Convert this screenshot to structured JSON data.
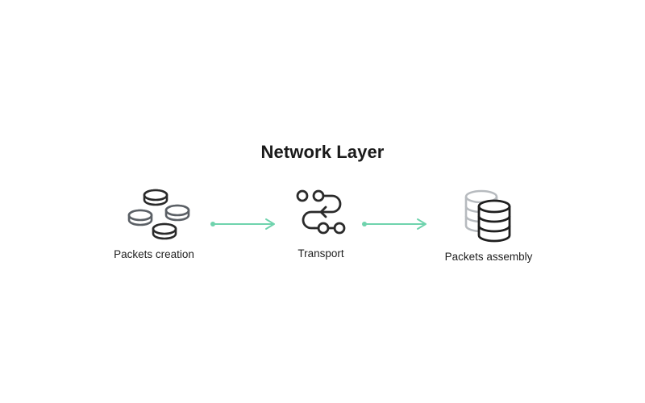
{
  "diagram": {
    "title": "Network Layer",
    "nodes": [
      {
        "id": "creation",
        "label": "Packets creation",
        "icon": "coins-stacks-icon"
      },
      {
        "id": "transport",
        "label": "Transport",
        "icon": "route-path-icon"
      },
      {
        "id": "assembly",
        "label": "Packets assembly",
        "icon": "database-stack-icon"
      }
    ],
    "edges": [
      {
        "from": "creation",
        "to": "transport"
      },
      {
        "from": "transport",
        "to": "assembly"
      }
    ]
  },
  "colors": {
    "arrow": "#6fd3ad",
    "icon_dark": "#1f1f1f",
    "icon_mid": "#5b6066",
    "icon_light": "#b7bbbf",
    "text": "#1f1f1f"
  }
}
